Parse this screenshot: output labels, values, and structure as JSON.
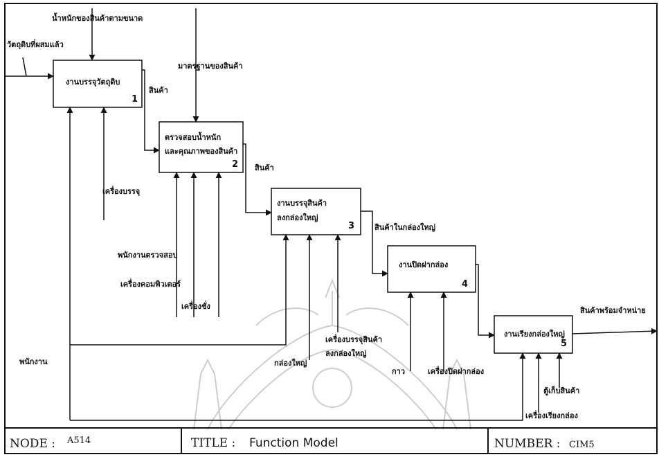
{
  "inputs": {
    "raw_material": "วัตถุดิบที่ผสมแล้ว",
    "weight_by_size": "น้ำหนักของสินค้าตามขนาด",
    "product_standard": "มาตรฐานของสินค้า"
  },
  "boxes": [
    {
      "lines": [
        "งานบรรจุวัตถุดิบ"
      ],
      "number": "1"
    },
    {
      "lines": [
        "ตรวจสอบน้ำหนัก",
        "และคุณภาพของสินค้า"
      ],
      "number": "2"
    },
    {
      "lines": [
        "งานบรรจุสินค้า",
        "ลงกล่องใหญ่"
      ],
      "number": "3"
    },
    {
      "lines": [
        "งานปิดฝากล่อง"
      ],
      "number": "4"
    },
    {
      "lines": [
        "งานเรียงกล่องใหญ่"
      ],
      "number": "5"
    }
  ],
  "flows": {
    "product_1": "สินค้า",
    "product_2": "สินค้า",
    "product_in_box": "สินค้าในกล่องใหญ่",
    "ready_product": "สินค้าพร้อมจำหน่าย"
  },
  "mechanisms": {
    "filling_machine": "เครื่องบรรจุ",
    "inspector": "พนักงานตรวจสอบ",
    "computer": "เครื่องคอมพิวเตอร์",
    "scale": "เครื่องชั่ง",
    "big_box": "กล่องใหญ่",
    "boxing_machine_line1": "เครื่องบรรจุสินค้า",
    "boxing_machine_line2": "ลงกล่องใหญ่",
    "glue": "กาว",
    "sealing_machine": "เครื่องปิดฝากล่อง",
    "worker": "พนักงาน",
    "stacking_machine": "เครื่องเรียงกล่อง",
    "product_cabinet": "ตู้เก็บสินค้า"
  },
  "footer": {
    "node_label": "NODE :",
    "node_value": "A514",
    "title_label": "TITLE :",
    "title_value": "Function Model",
    "number_label": "NUMBER :",
    "number_value": "CIM5"
  }
}
